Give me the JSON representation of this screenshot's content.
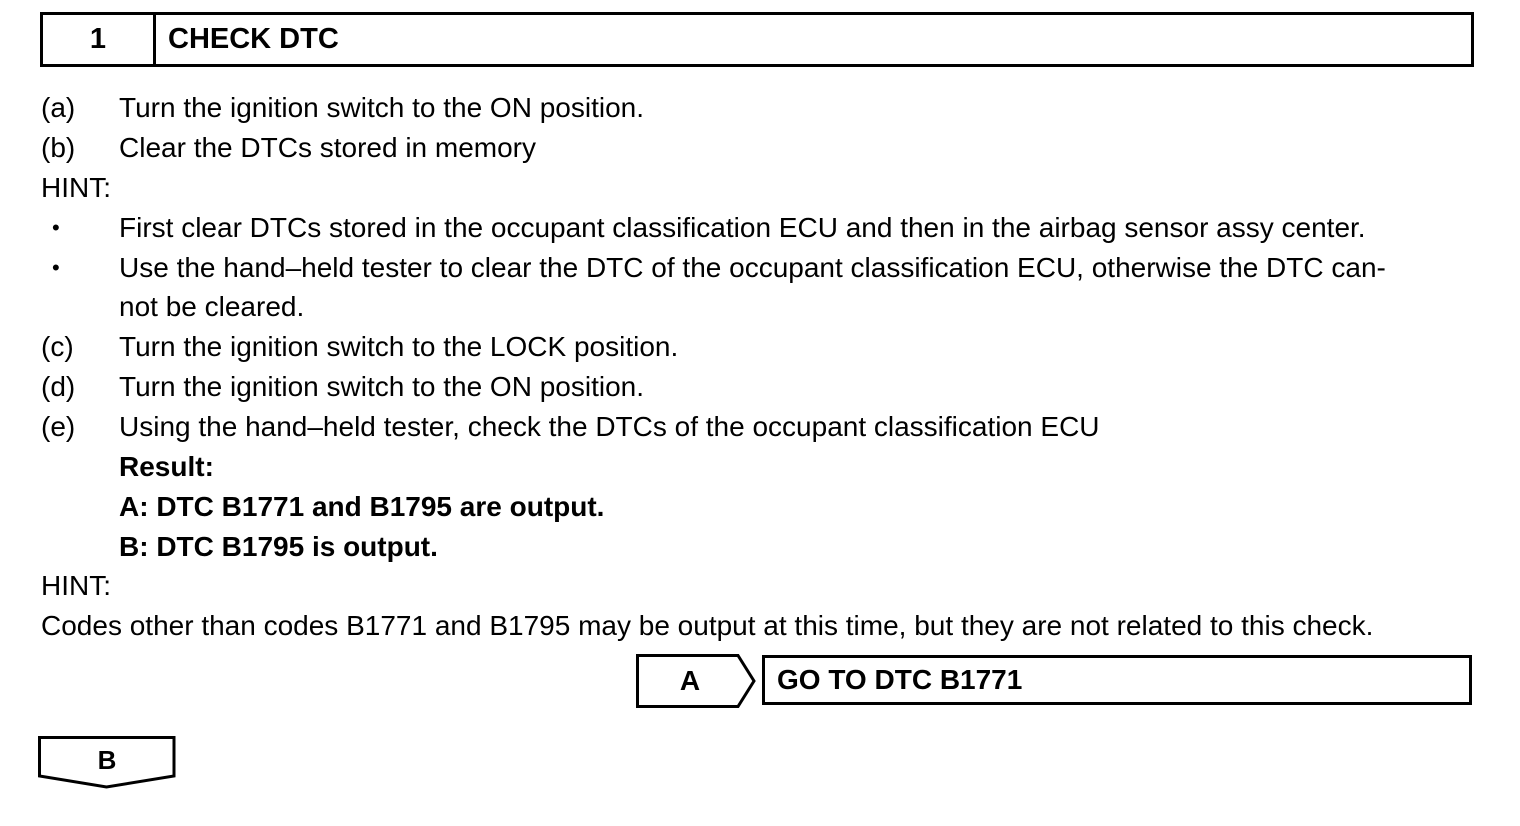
{
  "header": {
    "step_number": "1",
    "title": "CHECK DTC"
  },
  "steps": {
    "a_marker": "(a)",
    "a_text": "Turn the ignition switch to the ON position.",
    "b_marker": "(b)",
    "b_text": "Clear the DTCs stored in memory",
    "hint1_label": "HINT:",
    "bullet_symbol": "•",
    "bullet1_text": "First clear DTCs stored in the occupant classification ECU and then in the airbag sensor assy center.",
    "bullet2_text_line1": "Use the hand–held tester to clear the DTC of the occupant classification ECU, otherwise the DTC can-",
    "bullet2_text_line2": "not be cleared.",
    "c_marker": "(c)",
    "c_text": "Turn the ignition switch to the LOCK position.",
    "d_marker": "(d)",
    "d_text": "Turn the ignition switch to the ON position.",
    "e_marker": "(e)",
    "e_text": "Using the hand–held tester, check the DTCs of the occupant classification ECU"
  },
  "result": {
    "heading": "Result:",
    "a": "A: DTC B1771 and B1795 are output.",
    "b": "B: DTC B1795 is output."
  },
  "hint2": {
    "label": "HINT:",
    "text": "Codes other than codes B1771 and B1795 may be output at this time, but they are not related to this check."
  },
  "branches": {
    "a_label": "A",
    "a_action": "GO TO DTC B1771",
    "b_label": "B"
  }
}
